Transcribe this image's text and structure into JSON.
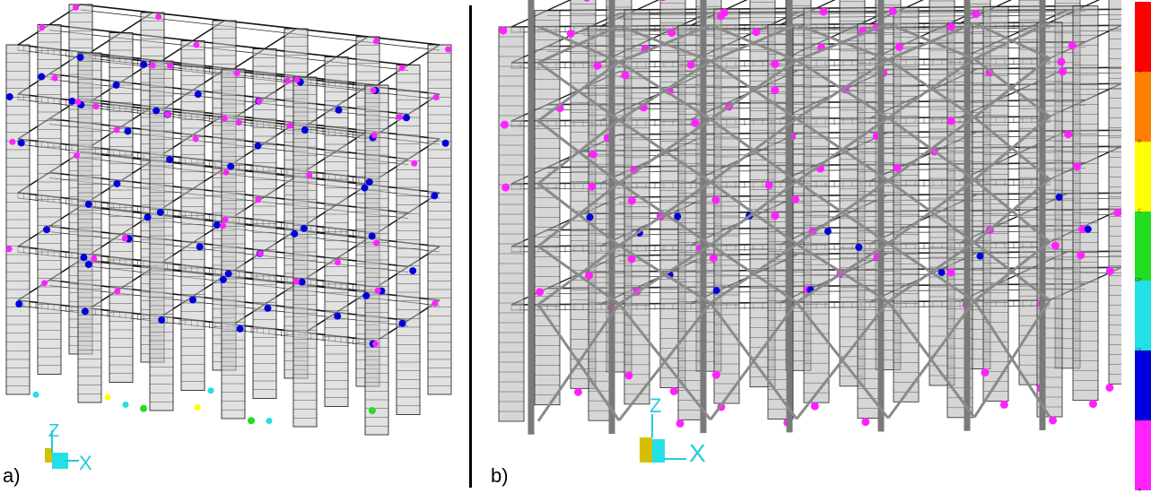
{
  "panels": [
    {
      "label": "a)"
    },
    {
      "label": "b)"
    }
  ],
  "axis_triad": {
    "z_label": "Z",
    "x_label": "X"
  },
  "legend": {
    "colors": [
      "#ff0000",
      "#ff7f00",
      "#ffff00",
      "#22dd22",
      "#22e0e8",
      "#0000dd",
      "#ff22ff"
    ],
    "labels": [
      "E",
      "D",
      "C",
      "CP",
      "LS",
      "IO",
      "B"
    ]
  }
}
